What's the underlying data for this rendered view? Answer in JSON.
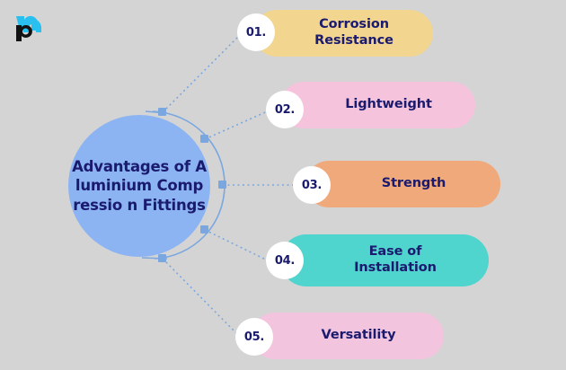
{
  "logo": {
    "name": "brand-logo",
    "mark_cyan": "#29c0f0",
    "mark_black": "#121212"
  },
  "background_color": "#d4d4d4",
  "center": {
    "label": "Advantages of Aluminium Compressio n Fittings",
    "fill": "#8cb4f2",
    "text_color": "#1a1a6e"
  },
  "connector": {
    "line_color": "#7aa7e0",
    "node_color": "#7aa7e0",
    "style": "dotted"
  },
  "items": [
    {
      "number": "01.",
      "label": "Corrosion Resistance",
      "color": "#f2d58f",
      "lines": 1
    },
    {
      "number": "02.",
      "label": "Lightweight",
      "color": "#f5c3dc",
      "lines": 1
    },
    {
      "number": "03.",
      "label": "Strength",
      "color": "#f0a97a",
      "lines": 1
    },
    {
      "number": "04.",
      "label_line1": "Ease of",
      "label_line2": "Installation",
      "color": "#4fd4ce",
      "lines": 2
    },
    {
      "number": "05.",
      "label": "Versatility",
      "color": "#f3c4dd",
      "lines": 1
    }
  ]
}
